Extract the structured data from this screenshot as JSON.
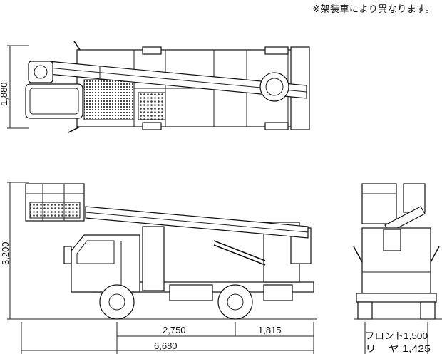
{
  "note": "※架装車により異なります。",
  "dimensions": {
    "top_width": "1,880",
    "height": "3,200",
    "wheelbase": "2,750",
    "rear_overhang": "1,815",
    "overall_length": "6,680",
    "front_tread": "フロント1,500",
    "rear_tread": "リ　ヤ 1,425"
  }
}
